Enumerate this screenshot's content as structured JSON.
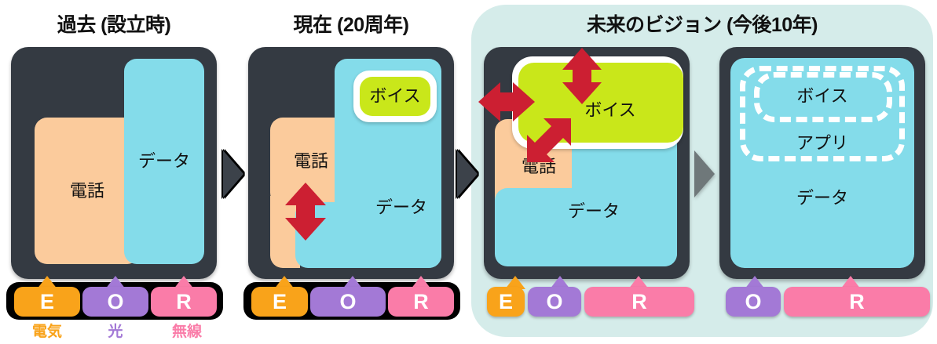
{
  "diagram": {
    "title_panels": [
      "過去 (設立時)",
      "現在 (20周年)",
      "未来のビジョン (今後10年)"
    ],
    "legend": {
      "items": [
        {
          "letter": "E",
          "caption": "電気",
          "color": "#f9a31a"
        },
        {
          "letter": "O",
          "caption": "光",
          "color": "#a379d6"
        },
        {
          "letter": "R",
          "caption": "無線",
          "color": "#fa7ca8"
        }
      ]
    },
    "labels": {
      "phone": "電話",
      "data": "データ",
      "voice": "ボイス",
      "app": "アプリ"
    },
    "colors": {
      "device_body": "#343a42",
      "phone_box": "#fbcb9c",
      "data_box": "#84dcea",
      "voice_green": "#c9e71a",
      "future_background": "#d5ecea",
      "red_arrow": "#cc1f32",
      "chevron_dark": "#3c424a",
      "chevron_gray": "#6f787a"
    },
    "panels": [
      {
        "id": "past",
        "title": "過去 (設立時)",
        "boxes": [
          {
            "label": "電話",
            "fill": "#fbcb9c"
          },
          {
            "label": "データ",
            "fill": "#84dcea"
          }
        ],
        "legend_letters": [
          "E",
          "O",
          "R"
        ]
      },
      {
        "id": "present",
        "title": "現在 (20周年)",
        "boxes": [
          {
            "label": "電話",
            "fill": "#fbcb9c"
          },
          {
            "label": "データ",
            "fill": "#84dcea"
          },
          {
            "label": "ボイス",
            "fill": "#c9e71a"
          }
        ],
        "legend_letters": [
          "E",
          "O",
          "R"
        ]
      },
      {
        "id": "future-near",
        "title": "",
        "boxes": [
          {
            "label": "電話",
            "fill": "#fbcb9c"
          },
          {
            "label": "データ",
            "fill": "#84dcea"
          },
          {
            "label": "ボイス",
            "fill": "#c9e71a"
          }
        ],
        "legend_letters": [
          "E",
          "O",
          "R"
        ]
      },
      {
        "id": "future-far",
        "title": "",
        "boxes": [
          {
            "label": "ボイス",
            "fill": "#84dcea"
          },
          {
            "label": "アプリ",
            "fill": "#84dcea"
          },
          {
            "label": "データ",
            "fill": "#84dcea"
          }
        ],
        "legend_letters": [
          "O",
          "R"
        ]
      }
    ]
  }
}
